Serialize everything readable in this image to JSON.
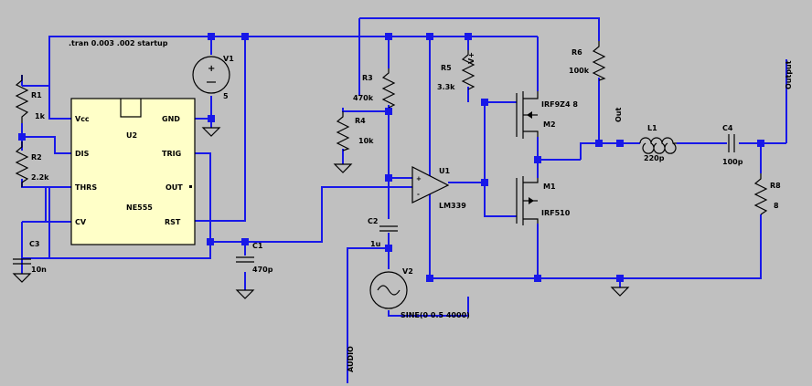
{
  "colors": {
    "background": "#c0c0c0",
    "wire": "#1818e8",
    "ic_body": "#ffffc8"
  },
  "schematic": {
    "directive": ".tran 0.003 .002 startup",
    "ic": {
      "ref": "U2",
      "part": "NE555",
      "pins": {
        "vcc": "Vcc",
        "dis": "DIS",
        "thrs": "THRS",
        "cv": "CV",
        "gnd": "GND",
        "trig": "TRIG",
        "out": "OUT",
        "rst": "RST"
      }
    },
    "components": {
      "r1": {
        "ref": "R1",
        "value": "1k"
      },
      "r2": {
        "ref": "R2",
        "value": "2.2k"
      },
      "r3": {
        "ref": "R3",
        "value": "470k"
      },
      "r4": {
        "ref": "R4",
        "value": "10k"
      },
      "r5": {
        "ref": "R5",
        "value": "3.3k"
      },
      "r6": {
        "ref": "R6",
        "value": "100k"
      },
      "r8": {
        "ref": "R8",
        "value": "8"
      },
      "c1": {
        "ref": "C1",
        "value": "470p"
      },
      "c2": {
        "ref": "C2",
        "value": "1u"
      },
      "c3": {
        "ref": "C3",
        "value": "10n"
      },
      "c4": {
        "ref": "C4",
        "value": "100p"
      },
      "l1": {
        "ref": "L1",
        "value": "220p"
      },
      "v1": {
        "ref": "V1",
        "value": "5"
      },
      "v2": {
        "ref": "V2",
        "value": "SINE(0 0.5 4000)"
      },
      "u1": {
        "ref": "U1",
        "part": "LM339"
      },
      "m1": {
        "ref": "M1",
        "part": "IRF510"
      },
      "m2": {
        "ref": "M2",
        "part": "IRF9Z4 8"
      }
    },
    "nets": {
      "out": "Out",
      "output": "Output",
      "audio": "AUDIO",
      "vplus": "V+"
    }
  }
}
